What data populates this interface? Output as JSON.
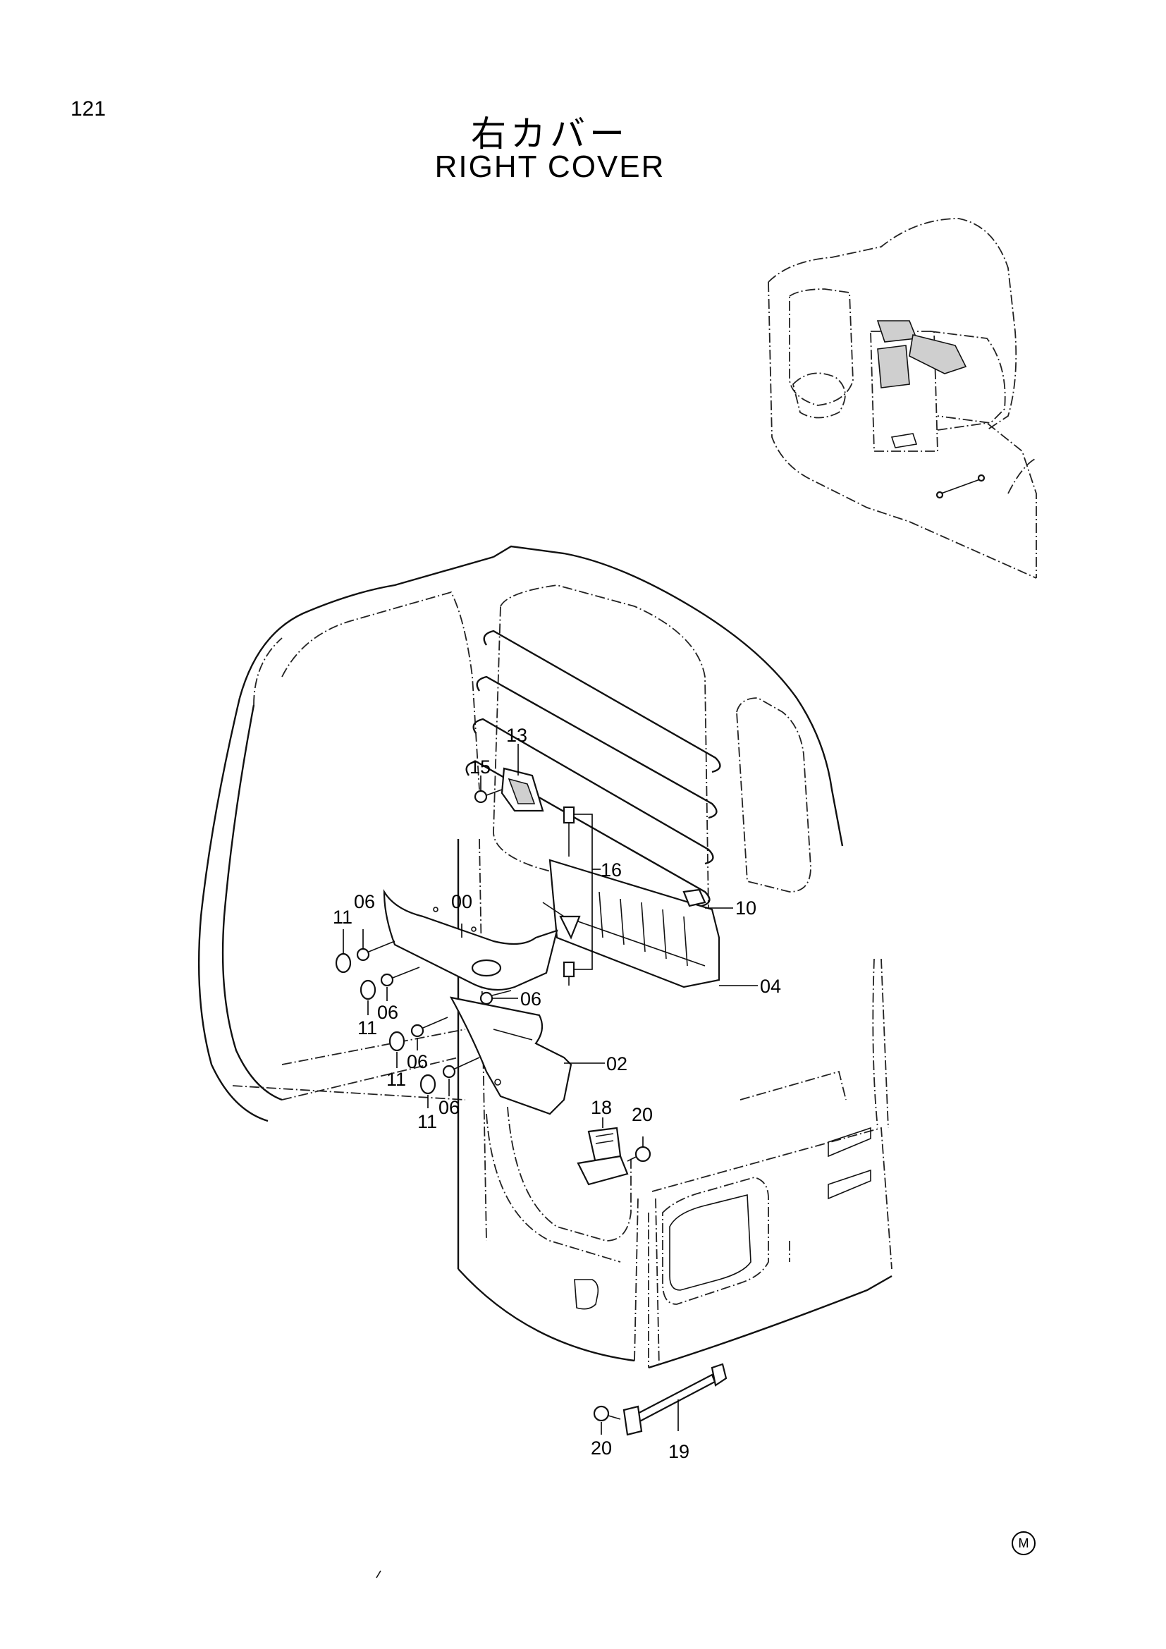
{
  "page": {
    "number": "121",
    "title_jp": "右カバー",
    "title_en": "RIGHT  COVER",
    "mark": "M"
  },
  "callouts": [
    {
      "id": "c13",
      "label": "13"
    },
    {
      "id": "c15",
      "label": "15"
    },
    {
      "id": "c16",
      "label": "16"
    },
    {
      "id": "c10",
      "label": "10"
    },
    {
      "id": "c04",
      "label": "04"
    },
    {
      "id": "c00",
      "label": "00"
    },
    {
      "id": "c06a",
      "label": "06"
    },
    {
      "id": "c11a",
      "label": "11"
    },
    {
      "id": "c06b",
      "label": "06"
    },
    {
      "id": "c11b",
      "label": "11"
    },
    {
      "id": "c06c",
      "label": "06"
    },
    {
      "id": "c06d",
      "label": "06"
    },
    {
      "id": "c11c",
      "label": "11"
    },
    {
      "id": "c02",
      "label": "02"
    },
    {
      "id": "c06e",
      "label": "06"
    },
    {
      "id": "c11d",
      "label": "11"
    },
    {
      "id": "c18",
      "label": "18"
    },
    {
      "id": "c20a",
      "label": "20"
    },
    {
      "id": "c20b",
      "label": "20"
    },
    {
      "id": "c19",
      "label": "19"
    }
  ]
}
